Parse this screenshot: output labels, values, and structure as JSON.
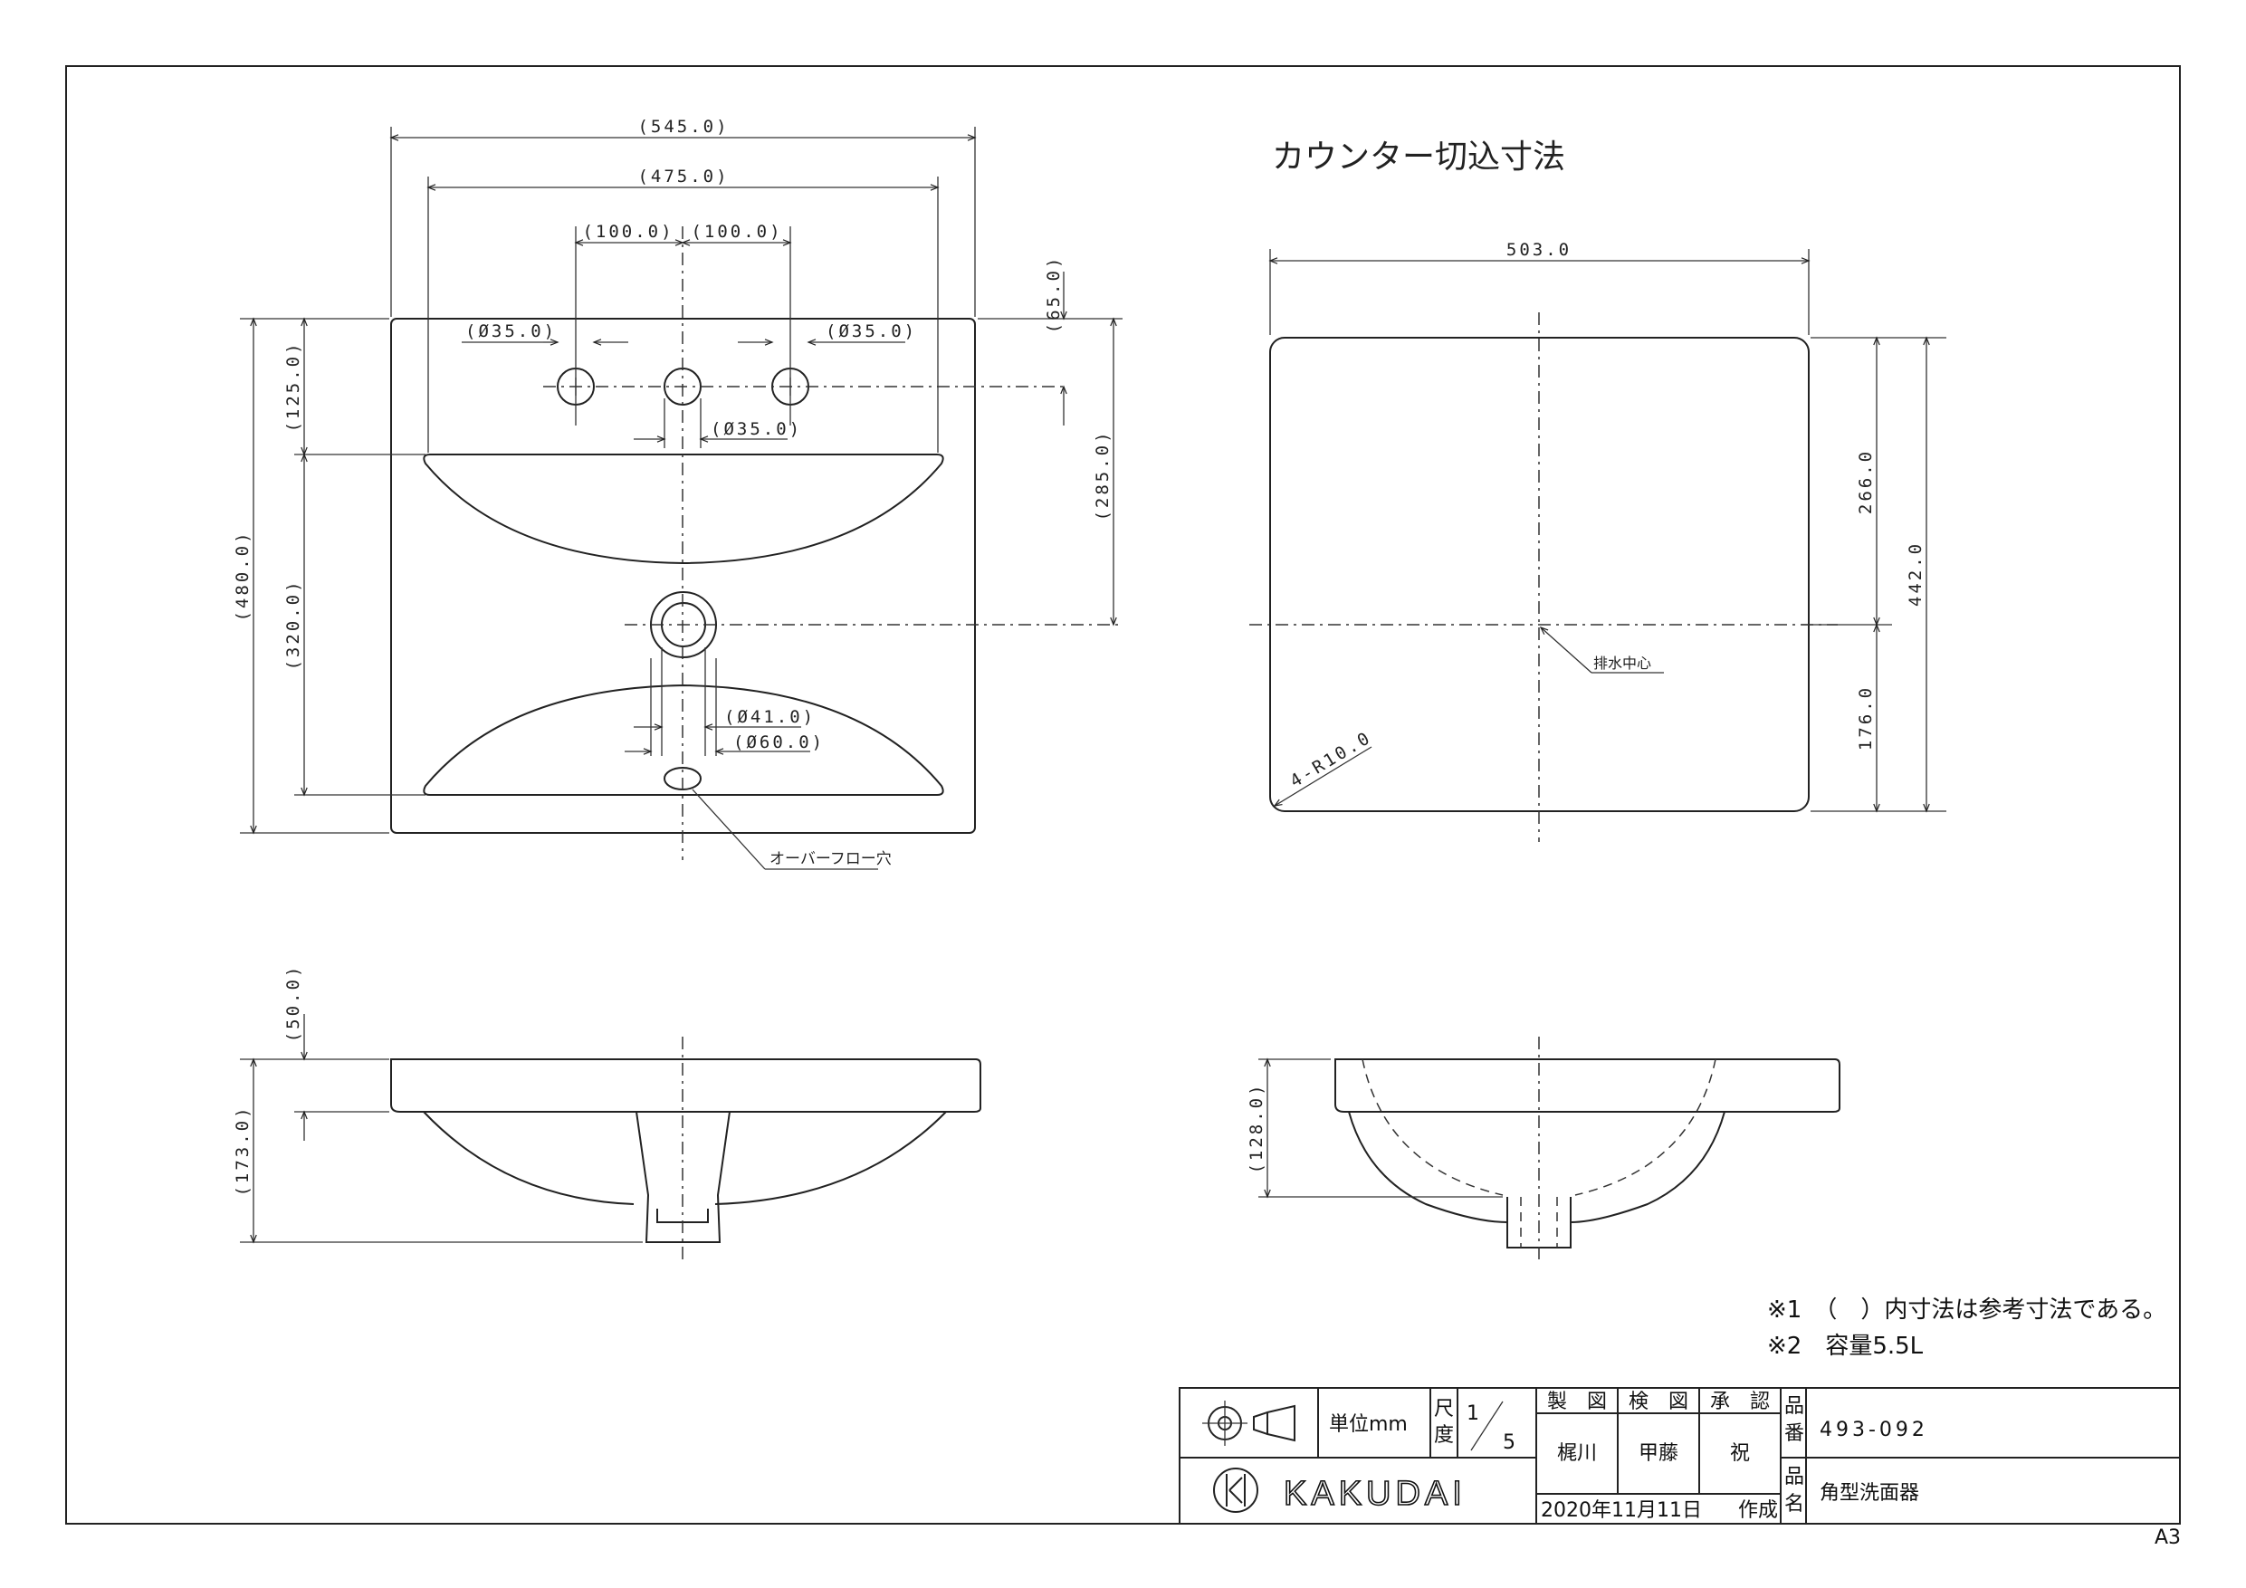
{
  "plan_view": {
    "dim_total_width": "(545.0)",
    "dim_bowl_width": "(475.0)",
    "dim_left_spacing": "(100.0)",
    "dim_right_spacing": "(100.0)",
    "dim_left_hole": "(Ø35.0)",
    "dim_right_hole": "(Ø35.0)",
    "dim_center_hole": "(Ø35.0)",
    "dim_hole_offset": "(65.0)",
    "dim_depth_total": "(480.0)",
    "dim_rim_back": "(125.0)",
    "dim_bowl_depth": "(320.0)",
    "dim_drain_from_back": "(285.0)",
    "dim_drain_inner": "(Ø41.0)",
    "dim_drain_outer": "(Ø60.0)",
    "label_overflow": "オーバーフロー穴"
  },
  "cutout_view": {
    "title": "カウンター切込寸法",
    "dim_width": "503.0",
    "dim_front": "266.0",
    "dim_depth": "442.0",
    "dim_back": "176.0",
    "dim_radius": "4-R10.0",
    "label_drain_center": "排水中心"
  },
  "side_view_front": {
    "dim_rim": "(50.0)",
    "dim_height": "(173.0)"
  },
  "side_view_cut": {
    "dim_height": "(128.0)"
  },
  "notes": {
    "note1": "※1　（　）内寸法は参考寸法である。",
    "note2": "※2　容量5.5L"
  },
  "title_block": {
    "unit_label": "単位mm",
    "scale_label_1": "尺",
    "scale_label_2": "度",
    "scale_num": "1",
    "scale_den": "5",
    "drawn_label": "製　図",
    "checked_label": "検　図",
    "approved_label": "承　認",
    "drawn_by": "梶川",
    "checked_by": "甲藤",
    "approved_by": "祝",
    "part_no_label_1": "品",
    "part_no_label_2": "番",
    "part_no": "493-092",
    "part_name_label_1": "品",
    "part_name_label_2": "名",
    "part_name": "角型洗面器",
    "date": "2020年11月11日",
    "created": "作成",
    "logo_text": "KAKUDAI"
  },
  "sheet_size": "A3"
}
